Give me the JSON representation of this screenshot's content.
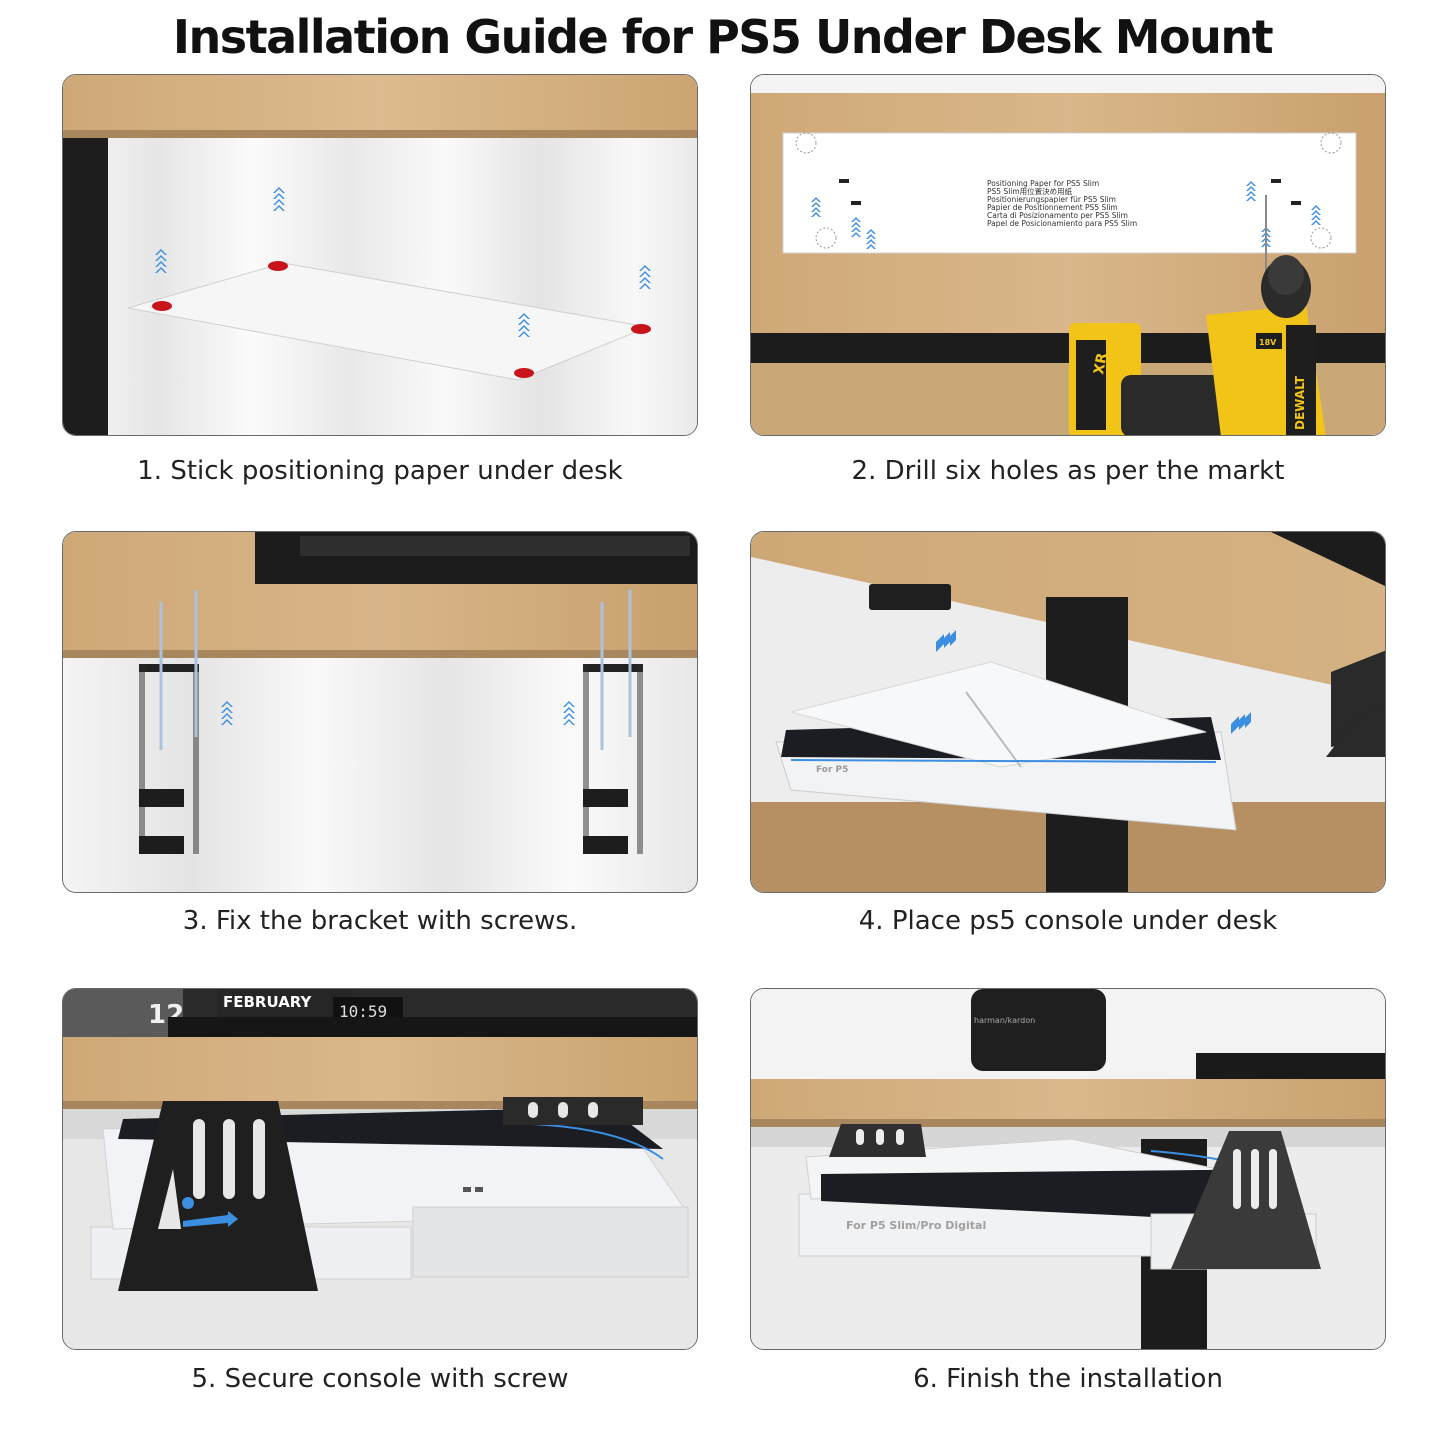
{
  "title": "Installation Guide for PS5 Under Desk Mount",
  "steps": [
    {
      "caption": "1. Stick positioning paper under desk"
    },
    {
      "caption": "2. Drill six holes as per the markt"
    },
    {
      "caption": "3. Fix the bracket with screws."
    },
    {
      "caption": "4. Place ps5 console under desk"
    },
    {
      "caption": "5. Secure console with screw"
    },
    {
      "caption": "6. Finish the installation"
    }
  ],
  "positioning_paper": {
    "lines": [
      "Positioning Paper for PS5 Slim",
      "PS5 Slim用位置決め用紙",
      "Positionierungspapier für PS5 Slim",
      "Papier de Positionnement PS5 Slim",
      "Carta di Posizionamento per PS5 Slim",
      "Papel de Posicionamiento para PS5 Slim"
    ]
  },
  "drill_brand": "DEWALT",
  "drill_labels": {
    "battery": "XR",
    "body": "18V"
  },
  "scene5": {
    "calendar_month": "FEBRUARY",
    "calendar_day": "12",
    "clock": "10:59"
  },
  "bracket_label": "For P5 Slim/Pro Digital",
  "bracket_label_short": "For P5",
  "speaker_brand": "harman/kardon",
  "colors": {
    "wood": "#d4b184",
    "wood_edge": "#b8936a",
    "metal": "#2b2b2b",
    "ps5_white": "#f2f3f5",
    "ps5_black": "#1b1d22",
    "arrow_blue": "#3c8fe0",
    "marker_red": "#c8141b",
    "drill_yellow": "#f2c418"
  }
}
